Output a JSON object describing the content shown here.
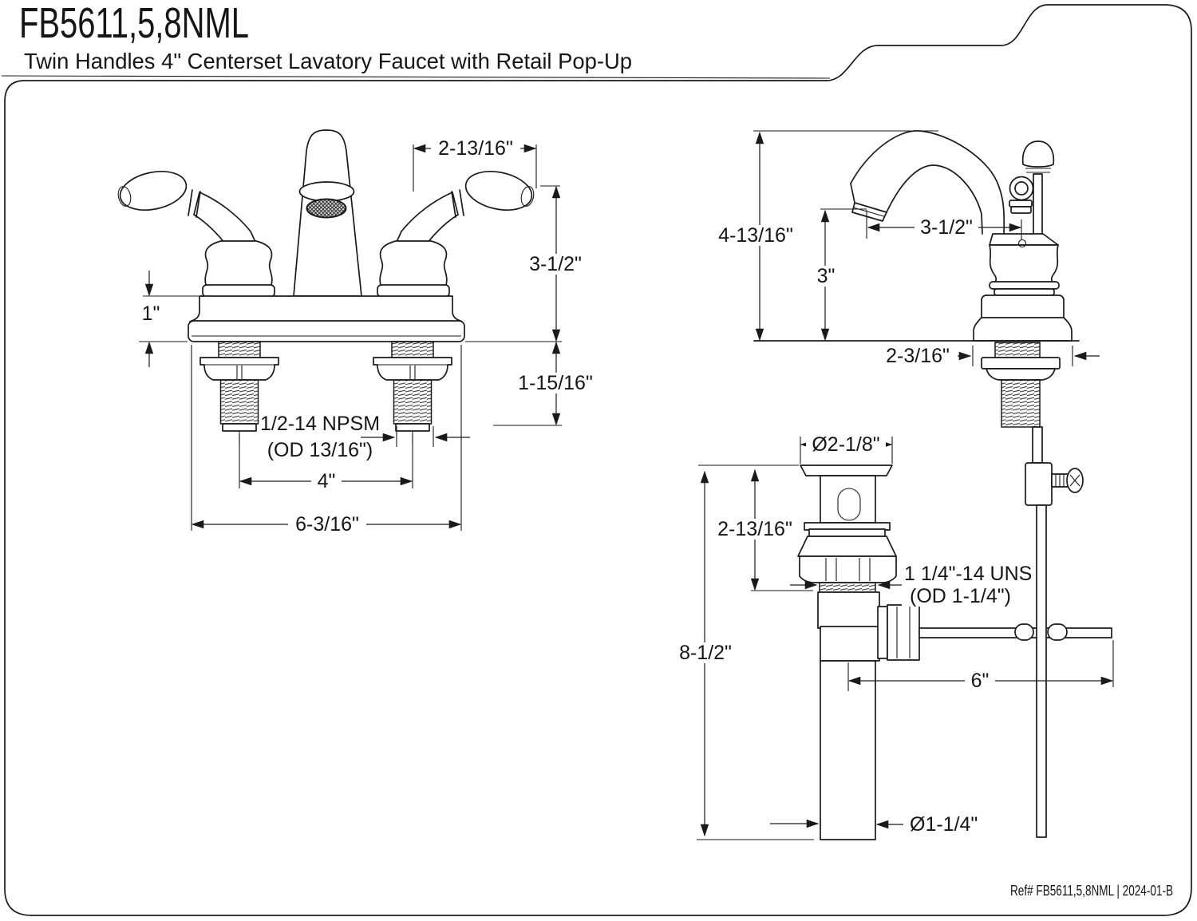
{
  "header": {
    "title": "FB5611,5,8NML",
    "subtitle": "Twin Handles 4\" Centerset Lavatory Faucet with Retail Pop-Up"
  },
  "front_view": {
    "dim_handle_width": "2-13/16\"",
    "dim_height_above_deck": "3-1/2\"",
    "dim_deck_height": "1\"",
    "dim_shank_length": "1-15/16\"",
    "thread_spec_line1": "1/2-14 NPSM",
    "thread_spec_line2": "(OD 13/16\")",
    "dim_faucet_centers": "4\"",
    "dim_overall_width": "6-3/16\""
  },
  "side_view": {
    "dim_overall_height": "4-13/16\"",
    "dim_spout_height": "3\"",
    "dim_spout_reach": "3-1/2\"",
    "dim_base_depth": "2-3/16\""
  },
  "drain_view": {
    "dim_flange_diameter": "Ø2-1/8\"",
    "dim_top_assembly_height": "2-13/16\"",
    "thread_spec_line1": "1 1/4\"-14 UNS",
    "thread_spec_line2": "(OD 1-1/4\")",
    "dim_overall_height": "8-1/2\"",
    "dim_rod_length": "6\"",
    "dim_tailpiece_diameter": "Ø1-1/4\""
  },
  "footer": {
    "ref": "Ref# FB5611,5,8NML | 2024-01-B"
  },
  "colors": {
    "line": "#1a1a1a",
    "background": "#ffffff"
  }
}
